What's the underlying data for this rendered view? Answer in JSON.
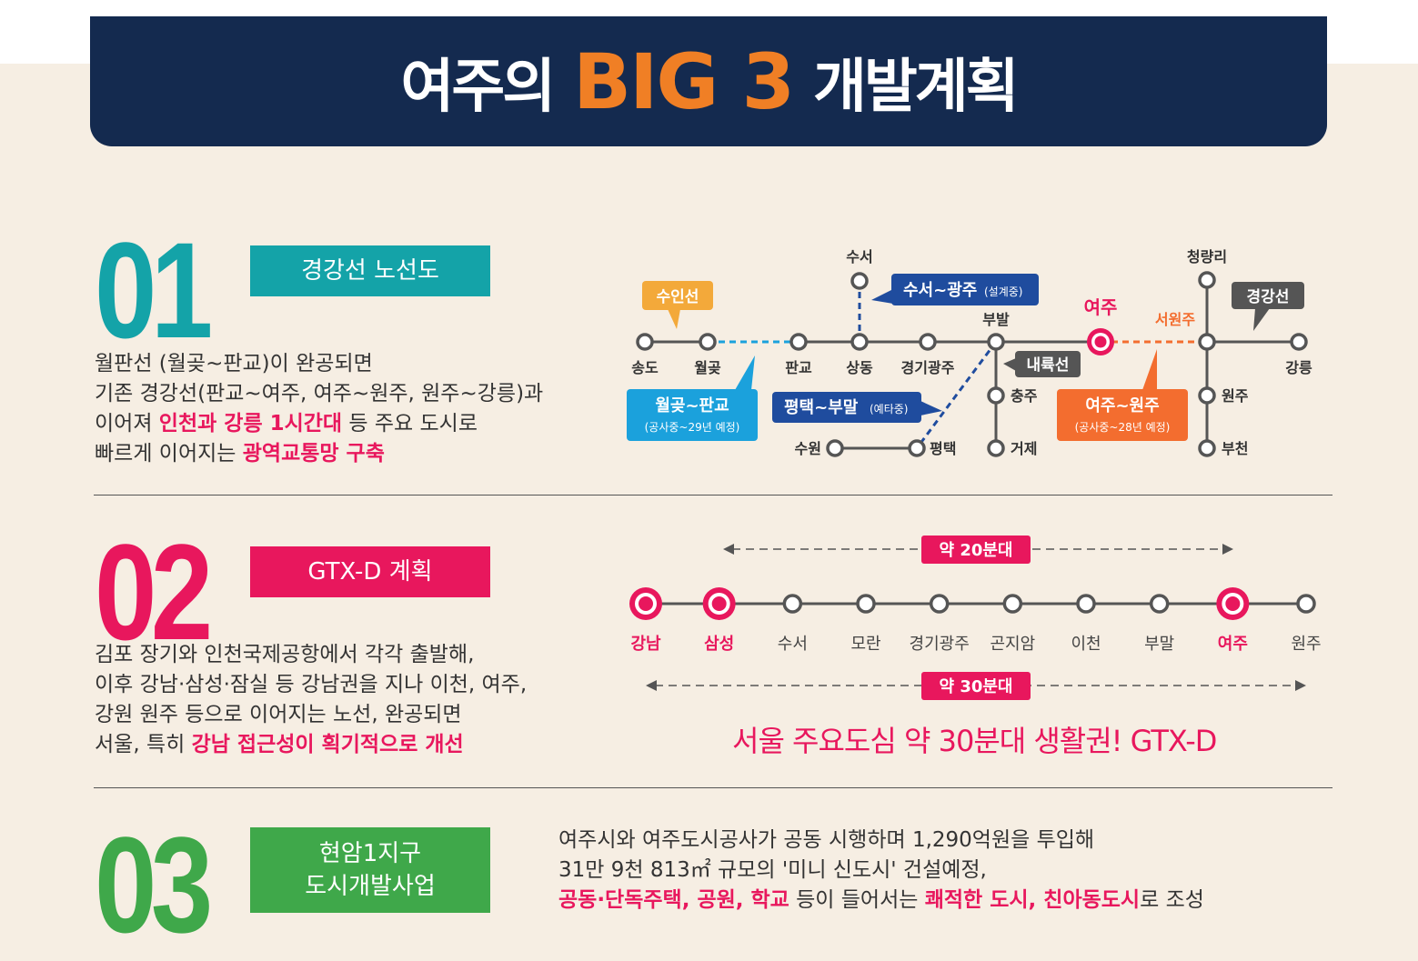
{
  "banner": {
    "title_pre": "여주의",
    "title_accent": "BIG 3",
    "title_post": "개발계획"
  },
  "colors": {
    "navy": "#142a4f",
    "orange": "#f07f25",
    "teal": "#14a3a8",
    "pink": "#e8175d",
    "green": "#3fa84a",
    "sky": "#1ba1dc",
    "blue": "#1f4c9e",
    "tag_orange": "#f36d2f",
    "tag_gray": "#555555"
  },
  "sections": [
    {
      "number": "01",
      "label": "경강선 노선도",
      "desc": {
        "line1": "월판선 (월곶~판교)이 완공되면",
        "line2": "기존 경강선(판교~여주, 여주~원주, 원주~강릉)과",
        "line3a": "이어져 ",
        "line3b": "인천과 강릉 1시간대",
        "line3c": " 등 주요 도시로",
        "line4a": "빠르게 이어지는 ",
        "line4b": "광역교통망 구축"
      }
    },
    {
      "number": "02",
      "label": "GTX-D 계획",
      "desc": {
        "line1": "김포 장기와 인천국제공항에서 각각 출발해,",
        "line2": "이후 강남·삼성·잠실 등 강남권을 지나 이천, 여주,",
        "line3": "강원 원주 등으로 이어지는 노선, 완공되면",
        "line4a": "서울, 특히 ",
        "line4b": "강남 접근성이 획기적으로 개선"
      }
    },
    {
      "number": "03",
      "label_line1": "현암1지구",
      "label_line2": "도시개발사업",
      "desc": {
        "line1": "여주시와 여주도시공사가 공동 시행하며 1,290억원을 투입해",
        "line2": "31만 9천 813㎡ 규모의 '미니 신도시' 건설예정,",
        "line3a": "공동·단독주택, 공원, 학교",
        "line3b": " 등이 들어서는 ",
        "line3c": "쾌적한 도시, 친아동도시",
        "line3d": "로 조성"
      }
    }
  ],
  "route_map": {
    "stations": {
      "songdo": "송도",
      "wolgot": "월곶",
      "pangyo": "판교",
      "sangdong": "상동",
      "gyeonggi_gwangju": "경기광주",
      "bubal": "부발",
      "yeoju": "여주",
      "seowonju": "서원주",
      "gangneung": "강릉",
      "suseo": "수서",
      "cheongnyangni": "청량리",
      "chungju": "충주",
      "geoje": "거제",
      "wonju": "원주",
      "bucheon": "부천",
      "suwon": "수원",
      "pyeongtaek": "평택"
    },
    "tags": {
      "suin": "수인선",
      "suseo_gwangju": "수서~광주",
      "suseo_gwangju_note": "(설계중)",
      "wolgot_pangyo": "월곶~판교",
      "wolgot_pangyo_note": "(공사중~29년 예정)",
      "pyeongtaek_bumal": "평택~부말",
      "pyeongtaek_bumal_note": "(예타중)",
      "naeryuk": "내륙선",
      "yeoju_wonju": "여주~원주",
      "yeoju_wonju_note": "(공사중~28년 예정)",
      "gyeonggang": "경강선"
    }
  },
  "gtx": {
    "stations": [
      "강남",
      "삼성",
      "수서",
      "모란",
      "경기광주",
      "곤지암",
      "이천",
      "부말",
      "여주",
      "원주"
    ],
    "highlighted": [
      0,
      1,
      8
    ],
    "time_top": "약 20분대",
    "time_bottom": "약 30분대",
    "slogan": "서울 주요도심 약 30분대 생활권!  GTX-D"
  }
}
